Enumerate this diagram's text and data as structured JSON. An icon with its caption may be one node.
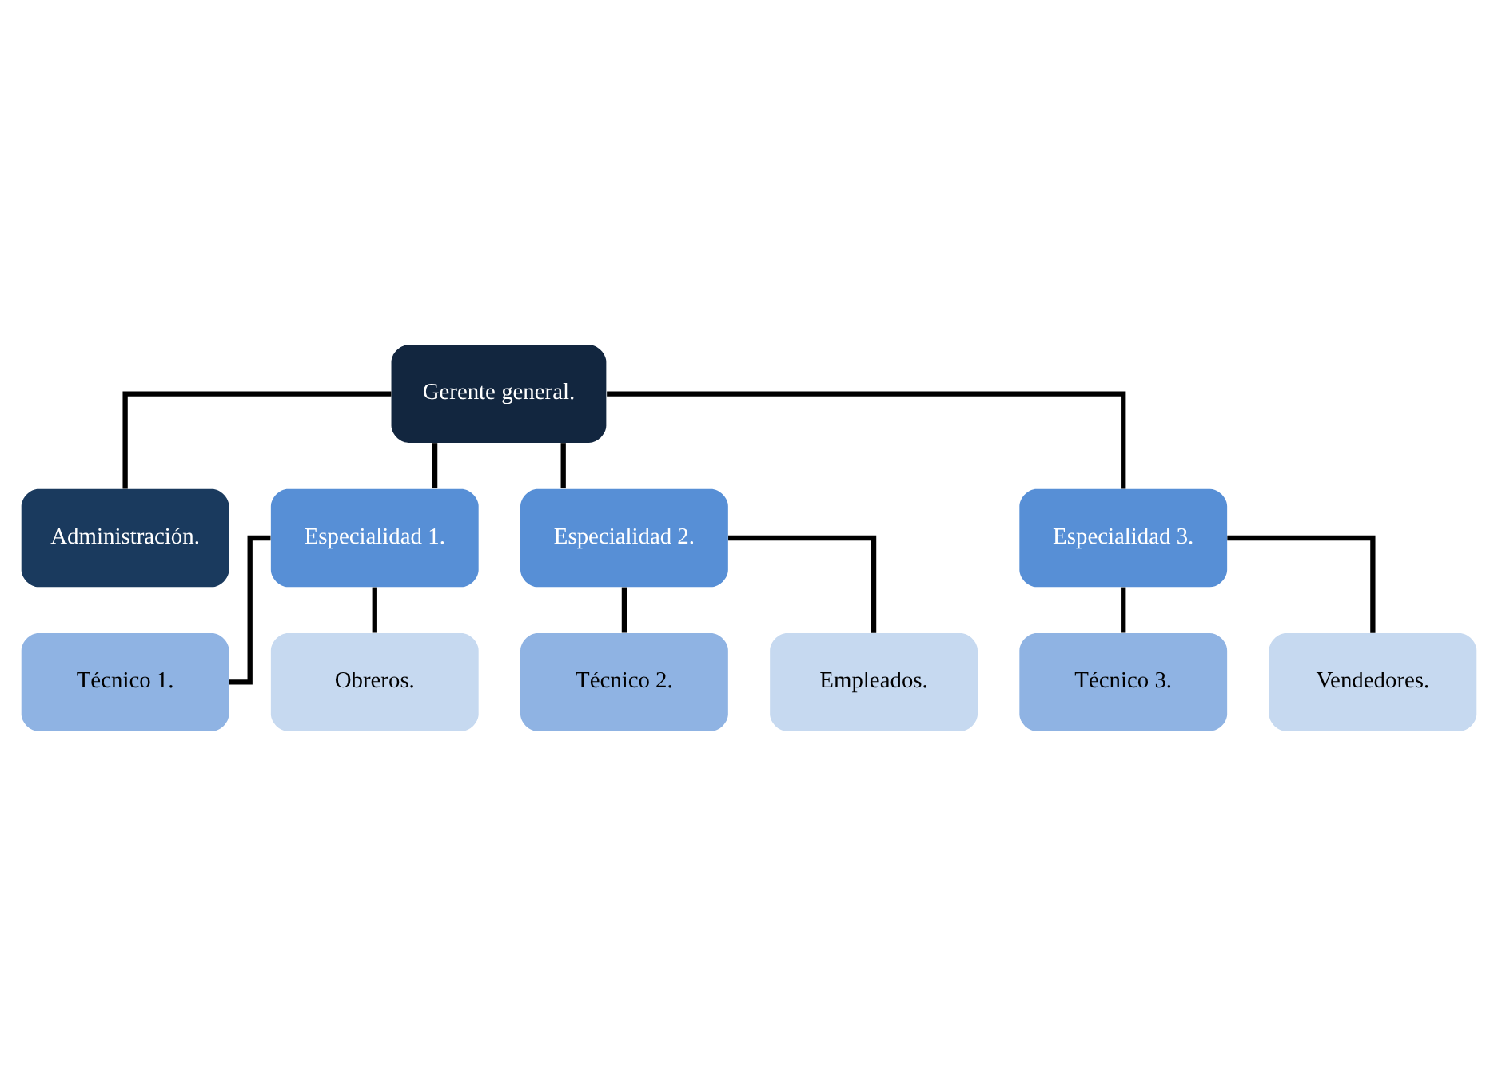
{
  "diagram": {
    "nodes": [
      {
        "text": [
          "Gerente general."
        ]
      },
      {
        "text": [
          "Administración."
        ]
      },
      {
        "text": [
          "Especialidad 1."
        ]
      },
      {
        "text": [
          "Especialidad 2."
        ]
      },
      {
        "text": [
          "Especialidad 3."
        ]
      },
      {
        "text": [
          "Técnico 1."
        ]
      },
      {
        "text": [
          "Obreros."
        ]
      },
      {
        "text": [
          "Técnico 2."
        ]
      },
      {
        "text": [
          "Empleados."
        ]
      },
      {
        "text": [
          "Técnico 3."
        ]
      },
      {
        "text": [
          "Vendedores."
        ]
      }
    ],
    "edges": [
      {
        "from": 0,
        "to": 1,
        "arrow": "none"
      },
      {
        "from": 0,
        "to": 2,
        "arrow": "none"
      },
      {
        "from": 0,
        "to": 3,
        "arrow": "none"
      },
      {
        "from": 0,
        "to": 4,
        "arrow": "none"
      },
      {
        "from": 2,
        "to": 5,
        "arrow": "none"
      },
      {
        "from": 2,
        "to": 6,
        "arrow": "none"
      },
      {
        "from": 3,
        "to": 7,
        "arrow": "none"
      },
      {
        "from": 3,
        "to": 8,
        "arrow": "none"
      },
      {
        "from": 4,
        "to": 9,
        "arrow": "none"
      },
      {
        "from": 4,
        "to": 10,
        "arrow": "none"
      }
    ]
  }
}
